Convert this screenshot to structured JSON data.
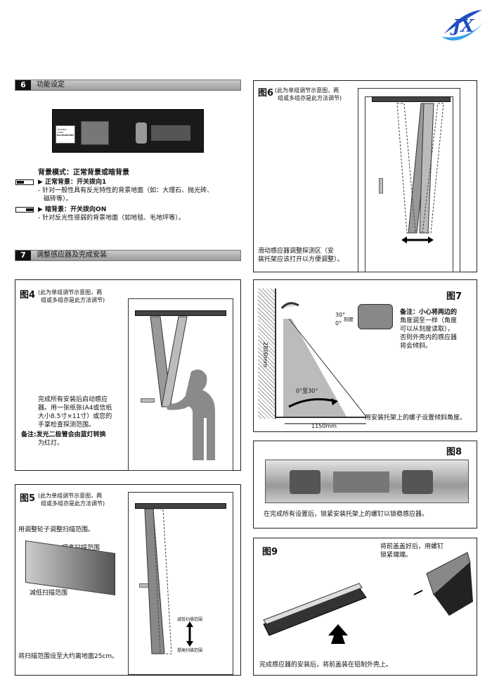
{
  "logo": {
    "text": "JX",
    "colors": {
      "primary": "#1f4fbf",
      "accent": "#3aa0e8"
    }
  },
  "section6": {
    "num": "6",
    "title": "功能设定"
  },
  "switch_panel": {
    "l1": "NORMAL",
    "l2": "DARK",
    "l3": "BACKGROUND"
  },
  "bg_mode": {
    "heading": "背景模式：正常背景或暗背景",
    "normal_title": "▶ 正常背景：开关拨向1",
    "normal_desc_1": "- 针对一般性具有反光特性的背景地面（如：大理石、抛光砖、",
    "normal_desc_2": "磁砖等）。",
    "dark_title": "▶ 暗背景：开关拨向ON",
    "dark_desc": "- 针对反光性很弱的背景地面（如地毯、毛地坪等）。"
  },
  "section7": {
    "num": "7",
    "title": "调整感应器及完成安装"
  },
  "fig4": {
    "label": "图4",
    "note_1": "(此为单组调节示意图，两",
    "note_2": "组或多组亦是此方法调节)",
    "desc_1": "完成所有安装后启动感应",
    "desc_2": "器。用一张纸张(A4或信纸",
    "desc_3": "大小8.5寸×11寸）或您的",
    "desc_4": "手掌检查探测范围。",
    "remark_1": "备注:发光二极管会由蓝灯转换",
    "remark_2": "为红灯。"
  },
  "fig5": {
    "label": "图5",
    "note_1": "(此为单组调节示意图，两",
    "note_2": "组或多组亦是此方法调节)",
    "desc": "用调整轮子调整扫描范围。",
    "raise": "提高扫描范围",
    "lower": "减低扫描范围",
    "arrow_top": "减低扫描范围",
    "arrow_bottom": "提高扫描范围",
    "bottom": "将扫描范围设至大约离地面25cm。"
  },
  "fig6": {
    "label": "图6",
    "note_1": "(此为单组调节示意图，两",
    "note_2": "组或多组亦是此方法调节)",
    "desc_1": "滑动感应器调整探测区（安",
    "desc_2": "装托架应该打开以方便调整）。"
  },
  "fig7": {
    "label": "图7",
    "deg30": "30°",
    "deg0": "0°",
    "scale": "刻度",
    "remark_1": "备注：小心将两边的",
    "remark_2": "角度调至一样（角度",
    "remark_3": "可以从刻度读取），",
    "remark_4": "否则外壳内的感应器",
    "remark_5": "将会倾斜。",
    "height": "2800mm",
    "angle": "0°至30°",
    "width": "1150mm",
    "bottom": "用安装托架上的螺子设置倾斜角度。"
  },
  "fig8": {
    "label": "图8",
    "desc": "在完成所有设置后，锁紧安装托架上的螺钉以锁稳感应器。"
  },
  "fig9": {
    "label": "图9",
    "note_1": "将前盖盖好后，用螺钉",
    "note_2": "锁紧端端。",
    "bottom": "完成感应器的安装后，将前盖装在铝制外壳上。"
  }
}
